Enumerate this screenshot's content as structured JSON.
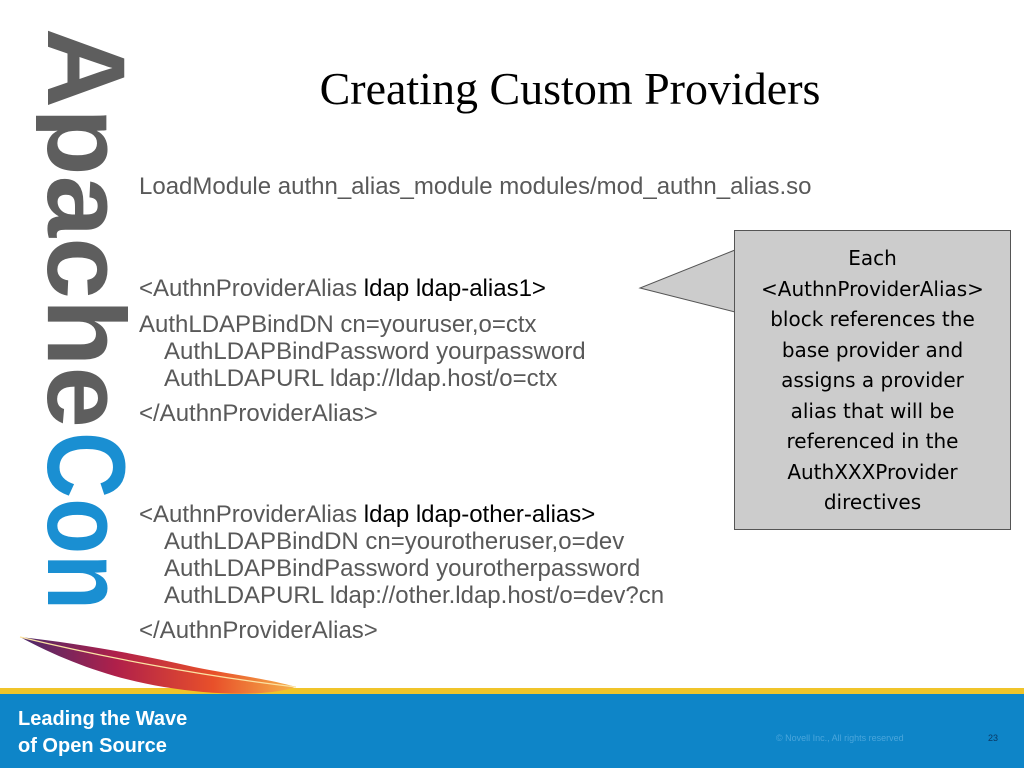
{
  "brand": {
    "logo_text_apache": "Apache",
    "logo_text_con": "Con",
    "tagline_line1": "Leading the Wave",
    "tagline_line2": "of Open Source",
    "colors": {
      "logo_gray": "#5e5e5e",
      "logo_blue": "#1a8fd2",
      "footer_blue": "#0e85c8",
      "footer_stripe": "#f0c42a"
    }
  },
  "slide": {
    "title": "Creating Custom Providers",
    "loadmodule": "LoadModule authn_alias_module modules/mod_authn_alias.so",
    "block1": {
      "open_tag": "<AuthnProviderAlias ",
      "args": "ldap ldap-alias1",
      "open_close": ">",
      "binddn": "AuthLDAPBindDN cn=youruser,o=ctx",
      "bindpw": "AuthLDAPBindPassword yourpassword",
      "url": "AuthLDAPURL ldap://ldap.host/o=ctx",
      "close_tag": "</AuthnProviderAlias>"
    },
    "block2": {
      "open_tag": "<AuthnProviderAlias ",
      "args": "ldap ldap-other-alias",
      "open_close": ">",
      "binddn": "AuthLDAPBindDN cn=yourotheruser,o=dev",
      "bindpw": "AuthLDAPBindPassword yourotherpassword",
      "url": "AuthLDAPURL ldap://other.ldap.host/o=dev?cn",
      "close_tag": "</AuthnProviderAlias>"
    },
    "callout_lines": [
      "Each",
      "<AuthnProviderAlias>",
      "block references the",
      "base provider and",
      "assigns a provider",
      "alias that will be",
      "referenced in the",
      "AuthXXXProvider",
      "directives"
    ]
  },
  "footer": {
    "copyright": "© Novell Inc., All rights reserved",
    "page_number": "23"
  }
}
